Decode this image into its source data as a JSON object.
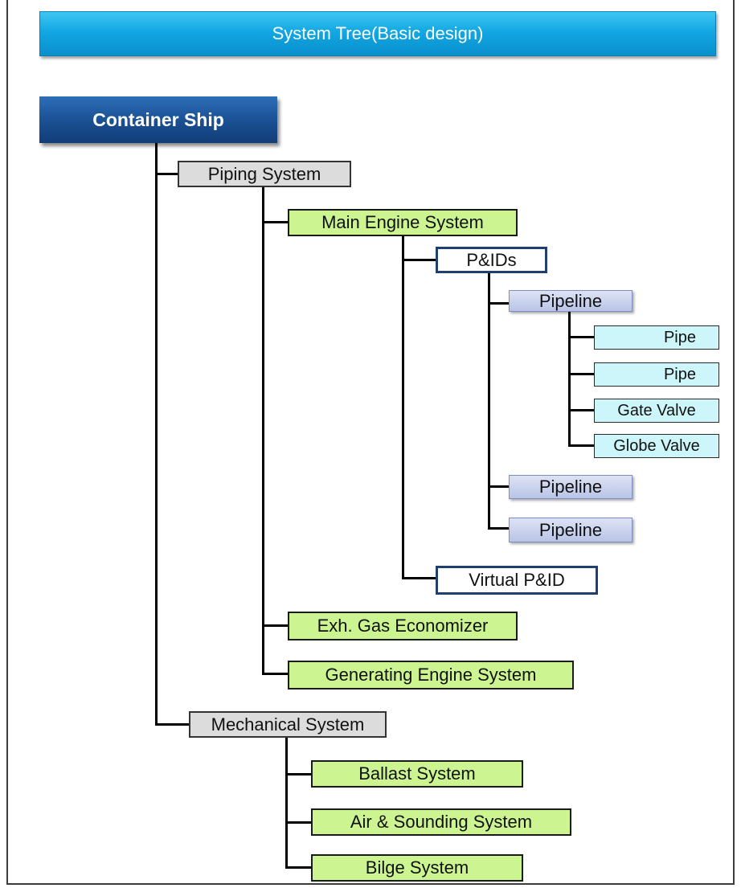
{
  "header": {
    "title": "System Tree(Basic design)"
  },
  "root": {
    "label": "Container Ship"
  },
  "nodes": {
    "piping_system": "Piping System",
    "main_engine_system": "Main Engine System",
    "pids": "P&IDs",
    "pipeline_1": "Pipeline",
    "pipe_1": "Pipe",
    "pipe_2": "Pipe",
    "gate_valve": "Gate Valve",
    "globe_valve": "Globe Valve",
    "pipeline_2": "Pipeline",
    "pipeline_3": "Pipeline",
    "virtual_pid": "Virtual P&ID",
    "exh_gas_economizer": "Exh. Gas Economizer",
    "generating_engine_system": "Generating Engine System",
    "mechanical_system": "Mechanical System",
    "ballast_system": "Ballast System",
    "air_sounding_system": "Air & Sounding System",
    "bilge_system": "Bilge System"
  },
  "colors": {
    "header_blue": "#12a7e3",
    "root_navy": "#1a4f92",
    "group_gray": "#dcdcdc",
    "system_green": "#ccf591",
    "pipeline_lavender": "#b9c4e6",
    "component_cyan": "#cdf6fb"
  }
}
